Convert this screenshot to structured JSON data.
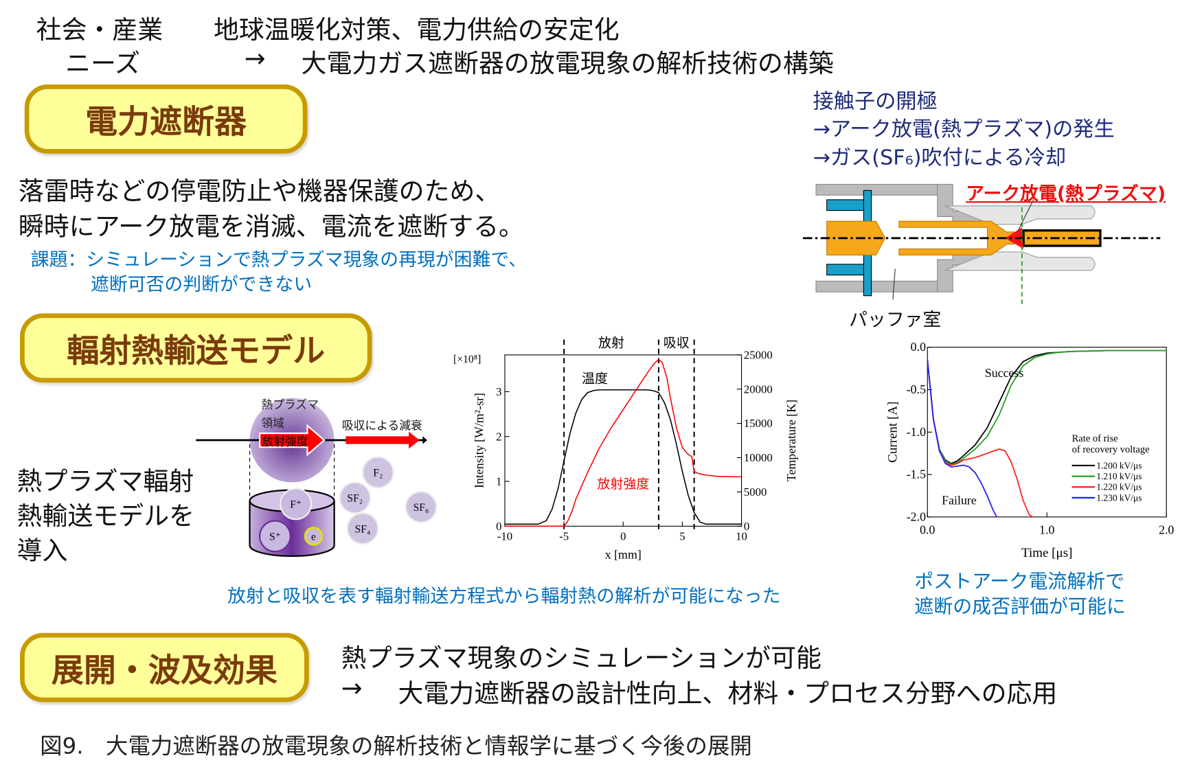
{
  "header": {
    "label_line1": "社会・産業",
    "label_line2": "ニーズ",
    "needs_line1": "地球温暖化対策、電力供給の安定化",
    "arrow": "→",
    "needs_line2": "大電力ガス遮断器の放電現象の解析技術の構築"
  },
  "section1": {
    "title": "電力遮断器",
    "desc_line1": "落雷時などの停電防止や機器保護のため、",
    "desc_line2": "瞬時にアーク放電を消滅、電流を遮断する。",
    "issue_line1": "課題：シミュレーションで熱プラズマ現象の再現が困難で、",
    "issue_line2": "遮断可否の判断ができない"
  },
  "breaker": {
    "note_line1": "接触子の開極",
    "note_line2": "→アーク放電(熱プラズマ)の発生",
    "note_line3": "→ガス(SF₆)吹付による冷却",
    "arc_label": "アーク放電(熱プラズマ)",
    "puffer_label": "パッファ室"
  },
  "section2": {
    "title": "輻射熱輸送モデル",
    "desc_line1": "熱プラズマ輻射",
    "desc_line2": "熱輸送モデルを",
    "desc_line3": "導入",
    "plasma_label_line1": "熱プラズマ",
    "plasma_label_line2": "領域",
    "intensity_arrow": "放射強度",
    "attenuation_label": "吸収による減衰",
    "particles": [
      "F₂",
      "SF₂",
      "SF₄",
      "SF₆",
      "F⁺",
      "S⁺",
      "e"
    ],
    "caption": "放射と吸収を表す輻射輸送方程式から輻射熱の解析が可能になった",
    "caption2_line1": "ポストアーク電流解析で",
    "caption2_line2": "遮断の成否評価が可能に"
  },
  "section3": {
    "title": "展開・波及効果",
    "line1": "熱プラズマ現象のシミュレーションが可能",
    "arrow": "→",
    "line2": "大電力遮断器の設計性向上、材料・プロセス分野への応用"
  },
  "figure_caption": "図9.　大電力遮断器の放電現象の解析技術と情報学に基づく今後の展開",
  "chart_data": [
    {
      "type": "line",
      "xlabel": "x [mm]",
      "ylabel": "Intensity [W/m²-sr]",
      "y_multiplier": "[×10⁸]",
      "y2label": "Temperature [K]",
      "xlim": [
        -10,
        10
      ],
      "ylim": [
        0,
        3.82
      ],
      "y2lim": [
        0,
        25000
      ],
      "xticks": [
        "-10",
        "-5",
        "0",
        "5",
        "10"
      ],
      "yticks": [
        "0",
        "1",
        "2",
        "3"
      ],
      "y2ticks": [
        "0",
        "5000",
        "10000",
        "15000",
        "20000",
        "25000"
      ],
      "region_labels": [
        "放射",
        "吸収"
      ],
      "region_boundaries": [
        -5,
        3,
        6
      ],
      "series": [
        {
          "name": "温度",
          "axis": "right",
          "color": "#000000",
          "x": [
            -10,
            -7.2,
            -6.5,
            -6,
            -5.5,
            -5,
            -4.5,
            -4,
            -3.5,
            -3,
            -2.5,
            -2,
            2,
            2.5,
            3,
            3.5,
            4,
            4.5,
            5,
            5.5,
            6,
            6.5,
            7,
            10
          ],
          "y": [
            300,
            300,
            800,
            2500,
            5500,
            9500,
            13500,
            16500,
            18500,
            19500,
            19800,
            19900,
            19900,
            19800,
            19500,
            18000,
            15500,
            12000,
            8000,
            4500,
            2000,
            600,
            300,
            300
          ]
        },
        {
          "name": "放射強度",
          "axis": "left",
          "color": "#ff0000",
          "x": [
            -10,
            -5,
            -4.7,
            -4.3,
            -4,
            -3,
            -2,
            -1,
            0,
            1,
            2,
            2.6,
            3,
            3.3,
            3.7,
            4,
            4.5,
            5,
            5.5,
            5.8,
            6,
            6.3,
            7,
            8,
            10
          ],
          "y": [
            0,
            0,
            0.1,
            0.35,
            0.6,
            1.2,
            1.75,
            2.2,
            2.6,
            3.0,
            3.4,
            3.62,
            3.72,
            3.65,
            3.3,
            2.85,
            2.2,
            1.75,
            1.6,
            1.55,
            1.22,
            1.18,
            1.14,
            1.11,
            1.1
          ]
        }
      ]
    },
    {
      "type": "line",
      "xlabel": "Time [μs]",
      "ylabel": "Current [A]",
      "xlim": [
        0,
        2
      ],
      "ylim": [
        -2,
        0
      ],
      "xticks": [
        "0.0",
        "1.0",
        "2.0"
      ],
      "yticks": [
        "0.0",
        "-0.5",
        "-1.0",
        "-1.5",
        "-2.0"
      ],
      "legend_title": "Rate of rise of recovery voltage",
      "legend_position": "right",
      "annotations": [
        "Success",
        "Failure"
      ],
      "series": [
        {
          "name": "1.200 kV/μs",
          "color": "#000000",
          "x": [
            0,
            0.05,
            0.1,
            0.15,
            0.2,
            0.25,
            0.3,
            0.4,
            0.5,
            0.6,
            0.7,
            0.8,
            0.9,
            1.0,
            1.1,
            1.2,
            1.5,
            2.0
          ],
          "y": [
            -0.15,
            -0.85,
            -1.2,
            -1.33,
            -1.37,
            -1.34,
            -1.28,
            -1.15,
            -0.95,
            -0.65,
            -0.35,
            -0.17,
            -0.1,
            -0.07,
            -0.06,
            -0.05,
            -0.04,
            -0.04
          ]
        },
        {
          "name": "1.210 kV/μs",
          "color": "#22a022",
          "x": [
            0,
            0.05,
            0.1,
            0.15,
            0.2,
            0.25,
            0.3,
            0.4,
            0.5,
            0.6,
            0.7,
            0.8,
            0.9,
            1.0,
            1.1,
            1.2,
            1.5,
            2.0
          ],
          "y": [
            -0.15,
            -0.85,
            -1.2,
            -1.34,
            -1.38,
            -1.36,
            -1.31,
            -1.2,
            -1.05,
            -0.8,
            -0.45,
            -0.22,
            -0.12,
            -0.08,
            -0.06,
            -0.05,
            -0.04,
            -0.04
          ]
        },
        {
          "name": "1.220 kV/μs",
          "color": "#ff2020",
          "x": [
            0,
            0.05,
            0.1,
            0.15,
            0.2,
            0.25,
            0.3,
            0.4,
            0.5,
            0.6,
            0.65,
            0.7,
            0.75,
            0.8,
            0.85,
            0.88
          ],
          "y": [
            -0.15,
            -0.85,
            -1.22,
            -1.36,
            -1.39,
            -1.37,
            -1.33,
            -1.3,
            -1.25,
            -1.2,
            -1.22,
            -1.35,
            -1.55,
            -1.8,
            -1.97,
            -2.0
          ]
        },
        {
          "name": "1.230 kV/μs",
          "color": "#2020ff",
          "x": [
            0,
            0.05,
            0.1,
            0.15,
            0.2,
            0.25,
            0.3,
            0.35,
            0.4,
            0.45,
            0.5,
            0.55,
            0.58
          ],
          "y": [
            -0.15,
            -0.85,
            -1.22,
            -1.37,
            -1.41,
            -1.4,
            -1.39,
            -1.41,
            -1.48,
            -1.6,
            -1.75,
            -1.92,
            -2.0
          ]
        }
      ]
    }
  ]
}
